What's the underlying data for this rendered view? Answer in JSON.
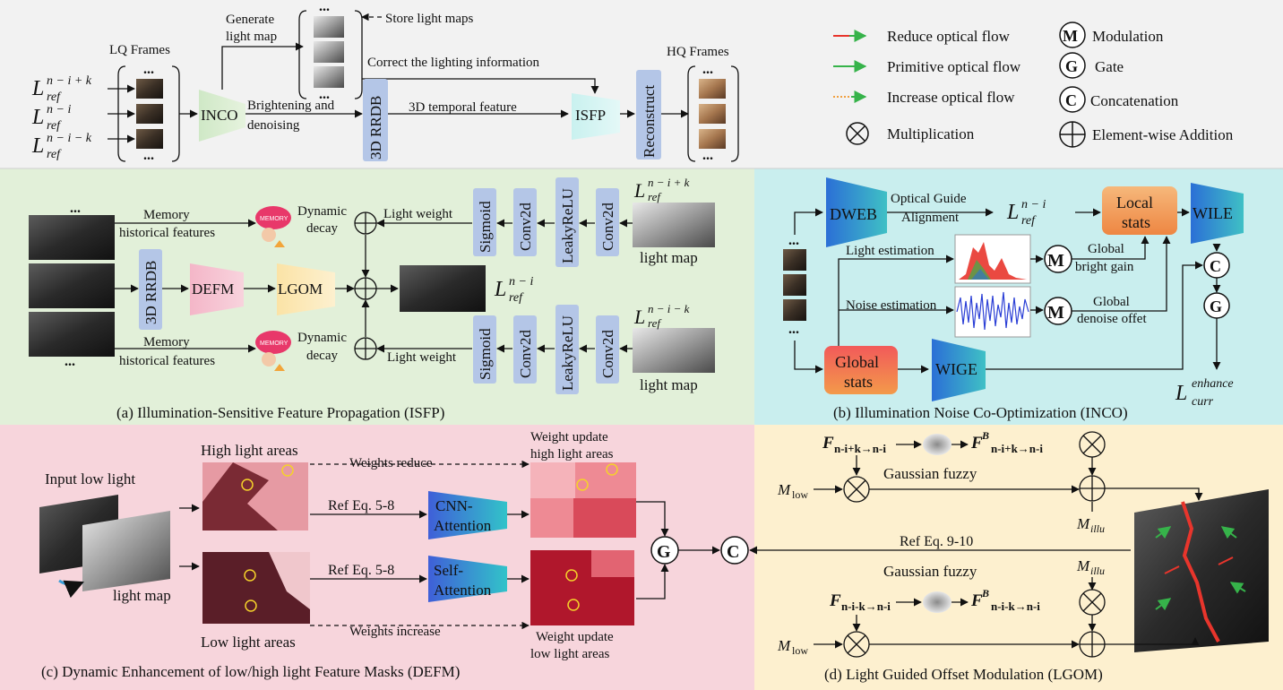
{
  "top": {
    "lq_frames": "LQ Frames",
    "hq_frames": "HQ Frames",
    "generate_light_map_1": "Generate",
    "generate_light_map_2": "light map",
    "store_light_maps": "Store light maps",
    "correct_lighting": "Correct the lighting information",
    "brightening_1": "Brightening and",
    "brightening_2": "denoising",
    "temporal_feature": "3D temporal feature",
    "inco": "INCO",
    "rrdb": "3D RRDB",
    "isfp": "ISFP",
    "reconstruct": "Reconstruct",
    "dots": "...",
    "l_sym": "L",
    "ref_sub": "ref",
    "sup_plus": "n − i + k",
    "sup_mid": "n − i",
    "sup_minus": "n − i − k"
  },
  "legend": {
    "reduce": "Reduce optical flow",
    "primitive": "Primitive optical flow",
    "increase": "Increase optical flow",
    "multiplication": "Multiplication",
    "modulation": "Modulation",
    "gate": "Gate",
    "concatenation": "Concatenation",
    "addition": "Element-wise Addition",
    "m_letter": "M",
    "g_letter": "G",
    "c_letter": "C",
    "colors": {
      "reduce": "#e8352c",
      "primitive": "#36b34a",
      "increase": "#f0a040"
    }
  },
  "isfp": {
    "caption": "(a) Illumination-Sensitive Feature Propagation (ISFP)",
    "memory_1": "Memory",
    "memory_2": "historical features",
    "memory_badge": "MEMORY",
    "dynamic_1": "Dynamic",
    "dynamic_2": "decay",
    "light_weight": "Light weight",
    "sigmoid": "Sigmoid",
    "conv2d": "Conv2d",
    "leaky": "LeakyReLU",
    "light_map": "light map",
    "rrdb": "3D RRDB",
    "defm": "DEFM",
    "lgom": "LGOM",
    "dots": "..."
  },
  "inco": {
    "caption": "(b) Illumination Noise Co-Optimization (INCO)",
    "dweb": "DWEB",
    "optical_1": "Optical Guide",
    "optical_2": "Alignment",
    "local_1": "Local",
    "local_2": "stats",
    "wile": "WILE",
    "light_est": "Light estimation",
    "noise_est": "Noise estimation",
    "global_gain_1": "Global",
    "global_gain_2": "bright gain",
    "global_denoise_1": "Global",
    "global_denoise_2": "denoise offet",
    "global_stats_1": "Global",
    "global_stats_2": "stats",
    "wige": "WIGE",
    "l_curr_sup": "enhance",
    "l_curr_sub": "curr",
    "dots": "..."
  },
  "defm": {
    "caption": "(c) Dynamic Enhancement of low/high light Feature Masks (DEFM)",
    "input_low": "Input low light",
    "light_map": "light map",
    "high_areas": "High light areas",
    "low_areas": "Low light areas",
    "weights_reduce": "Weights reduce",
    "weights_increase": "Weights increase",
    "ref_eq": "Ref Eq. 5-8",
    "cnn_1": "CNN-",
    "cnn_2": "Attention",
    "self_1": "Self-",
    "self_2": "Attention",
    "update_high_1": "Weight update",
    "update_high_2": "high light areas",
    "update_low_1": "Weight update",
    "update_low_2": "low light areas",
    "ref_eq_910": "Ref Eq. 9-10"
  },
  "lgom": {
    "caption": "(d) Light Guided Offset  Modulation (LGOM)",
    "gaussian": "Gaussian fuzzy",
    "f_sym": "F",
    "fb_sup": "B",
    "sub_plus": "n-i+k→n-i",
    "sub_minus": "n-i-k→n-i",
    "m_sym": "M",
    "m_low_sub": "low",
    "m_illu_sub": "illu"
  }
}
